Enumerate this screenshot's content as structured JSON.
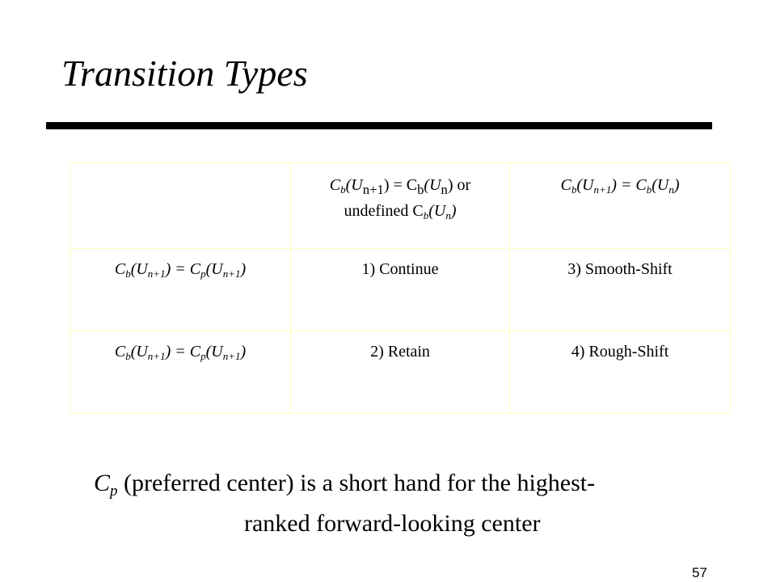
{
  "slide": {
    "title": "Transition Types",
    "page_number": "57"
  },
  "table": {
    "col1_header": {
      "line1_a": "C",
      "line1_a_sub": "b",
      "line1_b": "(U",
      "line1_b_sub": "n+1",
      "line1_c": ") = C",
      "line1_c_sub": "b",
      "line1_d": "(U",
      "line1_d_sub": "n",
      "line1_e": ") or",
      "line2_a": "undefined C",
      "line2_a_sub": "b",
      "line2_b": "(U",
      "line2_b_sub": "n",
      "line2_c": ")"
    },
    "col2_header": {
      "a": "C",
      "a_sub": "b",
      "b": "(U",
      "b_sub": "n+1",
      "c": ") = C",
      "c_sub": "b",
      "d": "(U",
      "d_sub": "n",
      "e": ")"
    },
    "row1_header": {
      "a": "C",
      "a_sub": "b",
      "b": "(U",
      "b_sub": "n+1",
      "c": ") = C",
      "c_sub": "p",
      "d": "(U",
      "d_sub": "n+1",
      "e": ")"
    },
    "row2_header": {
      "a": "C",
      "a_sub": "b",
      "b": "(U",
      "b_sub": "n+1",
      "c": ") = C",
      "c_sub": "p",
      "d": "(U",
      "d_sub": "n+1",
      "e": ")"
    },
    "cells": {
      "r1c1": "1) Continue",
      "r1c2": "3) Smooth-Shift",
      "r2c1": "2) Retain",
      "r2c2": "4) Rough-Shift"
    }
  },
  "note": {
    "symbol": "C",
    "symbol_sub": "p",
    "line1": " (preferred center) is a short hand for the highest-",
    "line2": "ranked forward-looking center"
  }
}
